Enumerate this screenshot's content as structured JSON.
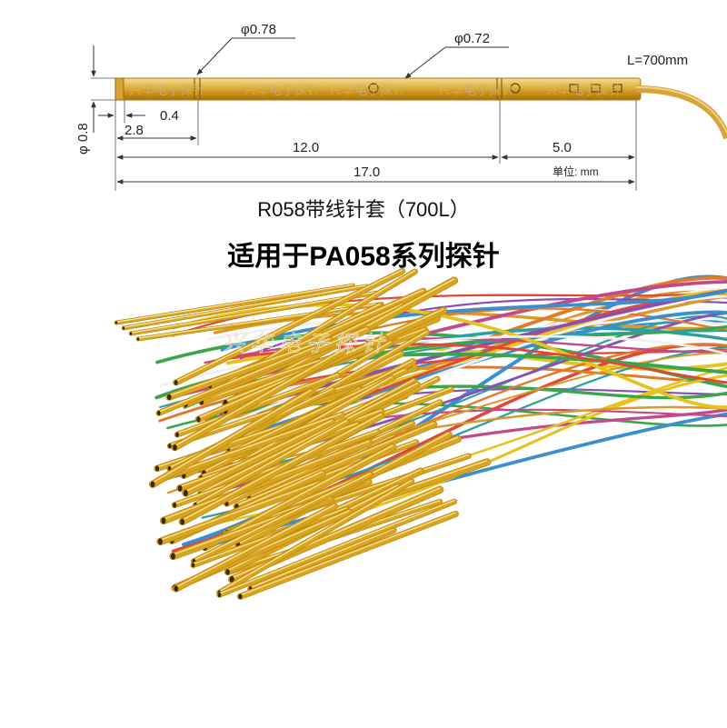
{
  "diagram": {
    "dia_078": "φ0.78",
    "dia_072": "φ0.72",
    "length_total": "L=700mm",
    "dia_08": "φ 0.8",
    "d_04": "0.4",
    "d_28": "2.8",
    "d_120": "12.0",
    "d_50": "5.0",
    "d_170": "17.0",
    "unit": "单位: mm",
    "watermark": "兴华电子探针"
  },
  "title": {
    "line1": "R058带线针套（700L）",
    "line2": "适用于PA058系列探针"
  },
  "photo": {
    "watermark": "兴 华 电 子 探 针",
    "wire_colors": [
      "#d99a2b",
      "#3a8fd0",
      "#e8c21f",
      "#3aa64a",
      "#e0473a",
      "#f0f0f0",
      "#8a4fb0",
      "#e07b2a",
      "#2aa0a0",
      "#c24a8a"
    ],
    "tube_gold": "#d8a520"
  }
}
